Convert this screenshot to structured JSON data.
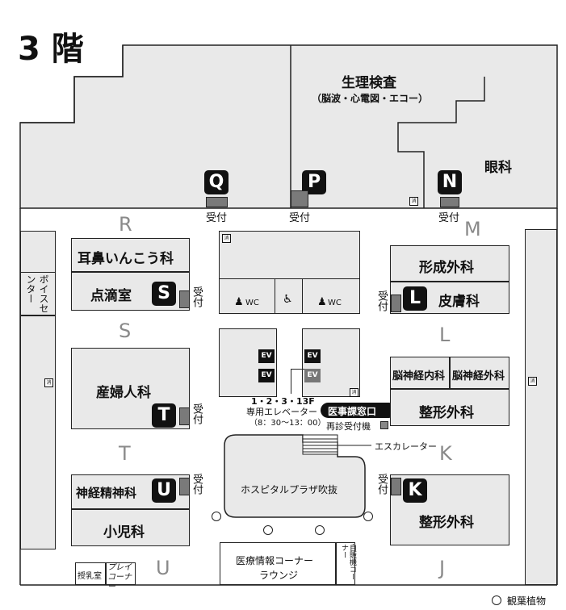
{
  "floor_title": "3 階",
  "north_depts": {
    "physiology_title": "生理検査",
    "physiology_sub": "（脳波・心電図・エコー）",
    "ophthalmology": "眼科"
  },
  "badges": {
    "Q": "Q",
    "P": "P",
    "N": "N",
    "S": "S",
    "L": "L",
    "T": "T",
    "U": "U",
    "K": "K"
  },
  "reception": "受付",
  "zones": {
    "R": "R",
    "S": "S",
    "T": "T",
    "U": "U",
    "M": "M",
    "L": "L",
    "K": "K",
    "J": "J"
  },
  "west_rooms": {
    "ent": "耳鼻いんこう科",
    "infusion": "点滴室",
    "obgyn": "産婦人科",
    "psychiatry": "神経精神科",
    "pediatrics": "小児科",
    "nursing": "授乳室",
    "play_corner": "プレイコーナー"
  },
  "voice_center": "ボイスセンター",
  "east_rooms": {
    "plastic_surgery": "形成外科",
    "dermatology": "皮膚科",
    "neuro_internal": "脳神経内科",
    "neurosurgery": "脳神経外科",
    "orthopedics_l": "整形外科",
    "orthopedics_k": "整形外科"
  },
  "center": {
    "wc1": "WC",
    "wc2": "WC",
    "ev": "EV",
    "elevator_line1": "1・2・3・13F",
    "elevator_line2": "専用エレベーター",
    "elevator_hours": "（8：30〜13：00）",
    "medical_affairs": "医事課窓口",
    "revisit_machine": "再診受付機",
    "escalator": "エスカレーター",
    "atrium": "ホスピタルプラザ吹抜",
    "info_corner": "医療情報コーナー",
    "lounge": "ラウンジ",
    "vending": "自販機コーナー"
  },
  "legend": {
    "foliage": "観葉植物"
  },
  "icons": {
    "star": "star-icon",
    "fire": "fire-extinguisher-icon",
    "person": "person-icon",
    "wheelchair": "wheelchair-icon",
    "plant": "plant-icon"
  }
}
